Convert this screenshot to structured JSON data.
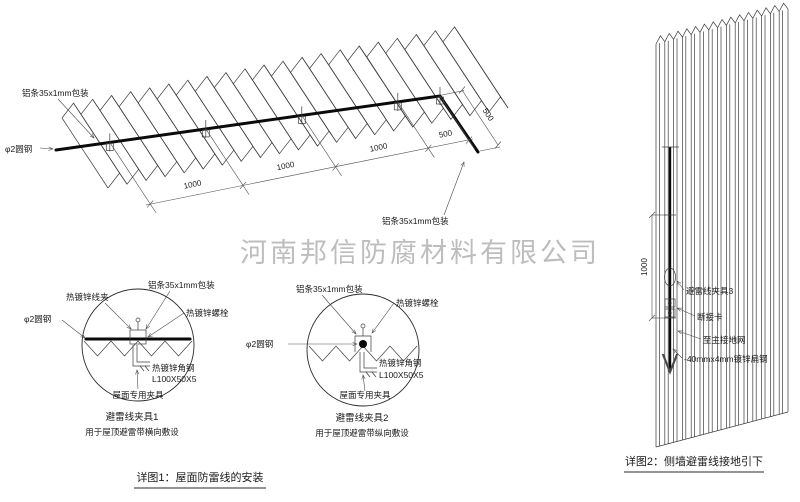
{
  "watermark": "河南邦信防腐材料有限公司",
  "colors": {
    "red_label": "#b03030"
  },
  "roof": {
    "label_strip_top": "铝条35x1mm包装",
    "label_rod": "φ2圆钢",
    "label_strip_bottom": "铝条35x1mm包装",
    "dims": [
      "1000",
      "1000",
      "1000",
      "500",
      "500"
    ]
  },
  "detail1": {
    "label_clamp": "热镀锌线夹",
    "label_strip": "铝条35x1mm包装",
    "label_bolt": "热镀锌螺栓",
    "label_rod": "φ2圆钢",
    "label_angle": "热镀锌角钢",
    "label_angle_spec": "L100X50X5",
    "label_fixture": "屋面专用夹具",
    "title": "避雷线夹具1",
    "subtitle": "用于屋顶避雷带横向敷设"
  },
  "detail2": {
    "label_strip": "铝条35x1mm包装",
    "label_bolt": "热镀锌螺栓",
    "label_rod": "φ2圆钢",
    "label_angle": "热镀锌角钢",
    "label_angle_spec": "L100X50X5",
    "label_fixture": "屋面专用夹具",
    "title": "避雷线夹具2",
    "subtitle": "用于屋顶避雷带纵向敷设"
  },
  "wall": {
    "dim": "1000",
    "label_clamp": "避雷线夹具3",
    "label_disconnect": "断接卡",
    "label_ground": "至主接地网",
    "label_flat_steel": "-40mmx4mm镀锌扁钢"
  },
  "captions": {
    "detail1": "详图1：屋面防雷线的安装",
    "detail2": "详图2：侧墙避雷线接地引下"
  }
}
